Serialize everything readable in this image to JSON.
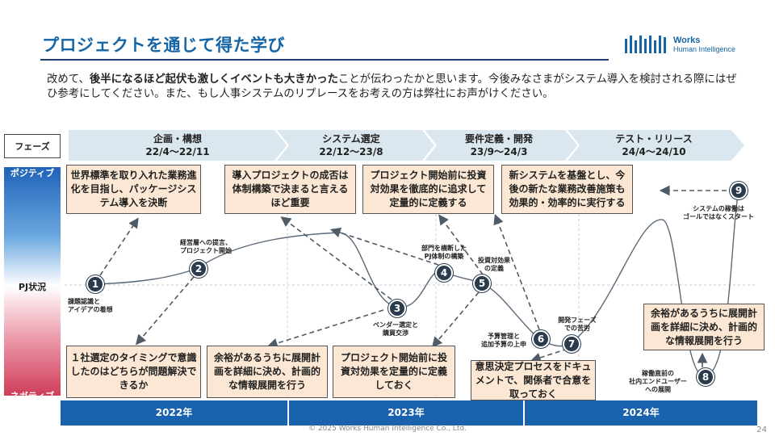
{
  "header": {
    "title": "プロジェクトを通じて得た学び",
    "logo_line1": "Works",
    "logo_line2": "Human Intelligence"
  },
  "intro": {
    "part1": "改めて、",
    "bold": "後半になるほど起伏も激しくイベントも大きかった",
    "part2": "ことが伝わったかと思います。今後みなさまがシステム導入を検討される際にはぜひ参考にしてください。また、もし人事システムのリプレースをお考えの方は弊社にお声がけください。"
  },
  "phase_header_label": "フェーズ",
  "phases": [
    {
      "name": "企画・構想",
      "period": "22/4〜22/11"
    },
    {
      "name": "システム選定",
      "period": "22/12〜23/8"
    },
    {
      "name": "要件定義・開発",
      "period": "23/9〜24/3"
    },
    {
      "name": "テスト・リリース",
      "period": "24/4〜24/10"
    }
  ],
  "axis": {
    "positive": "ポジティブ",
    "middle": "PJ状況",
    "negative": "ネガティブ"
  },
  "positive_cards": [
    "世界標準を取り入れた業務進化を目指し、パッケージシステム導入を決断",
    "導入プロジェクトの成否は体制構築で決まると言えるほど重要",
    "プロジェクト開始前に投資対効果を徹底的に追求して定量的に定義する",
    "新システムを基盤とし、今後の新たな業務改善施策も効果的・効率的に実行する"
  ],
  "negative_cards": [
    "１社選定のタイミングで意識したのはどちらが問題解決できるか",
    "余裕があるうちに展開計画を詳細に決め、計画的な情報展開を行う",
    "プロジェクト開始前に投資対効果を定量的に定義しておく",
    "意思決定プロセスをドキュメントで、関係者で合意を取っておく",
    "余裕があるうちに展開計画を詳細に決め、計画的な情報展開を行う"
  ],
  "events": [
    {
      "num": "1",
      "label1": "課題認識と",
      "label2": "アイデアの着想"
    },
    {
      "num": "2",
      "label1": "経営層への提言、",
      "label2": "プロジェクト開始"
    },
    {
      "num": "3",
      "label1": "ベンダー選定と",
      "label2": "購買交渉"
    },
    {
      "num": "4",
      "label1": "部門を横断した",
      "label2": "PJ体制の構築"
    },
    {
      "num": "5",
      "label1": "投資対効果",
      "label2": "の定義"
    },
    {
      "num": "6",
      "label1": "予算管理と",
      "label2": "追加予算の上申"
    },
    {
      "num": "7",
      "label1": "開発フェーズ",
      "label2": "での苦労"
    },
    {
      "num": "8",
      "label1": "稼働直前の",
      "label2": "社内エンドユーザー",
      "label3": "への展開"
    },
    {
      "num": "9",
      "label1": "システムの稼働は",
      "label2": "ゴールではなくスタート"
    }
  ],
  "years": [
    "2022年",
    "2023年",
    "2024年"
  ],
  "footer": {
    "copyright": "© 2025 Works Human Intelligence Co., Ltd.",
    "page": "24"
  },
  "colors": {
    "accent": "#1565a6",
    "node": "#2a3b4d",
    "card_bg": "#fbe7d3",
    "year_bar": "#1a62ae",
    "phase_bar": "#dbe7ef"
  }
}
